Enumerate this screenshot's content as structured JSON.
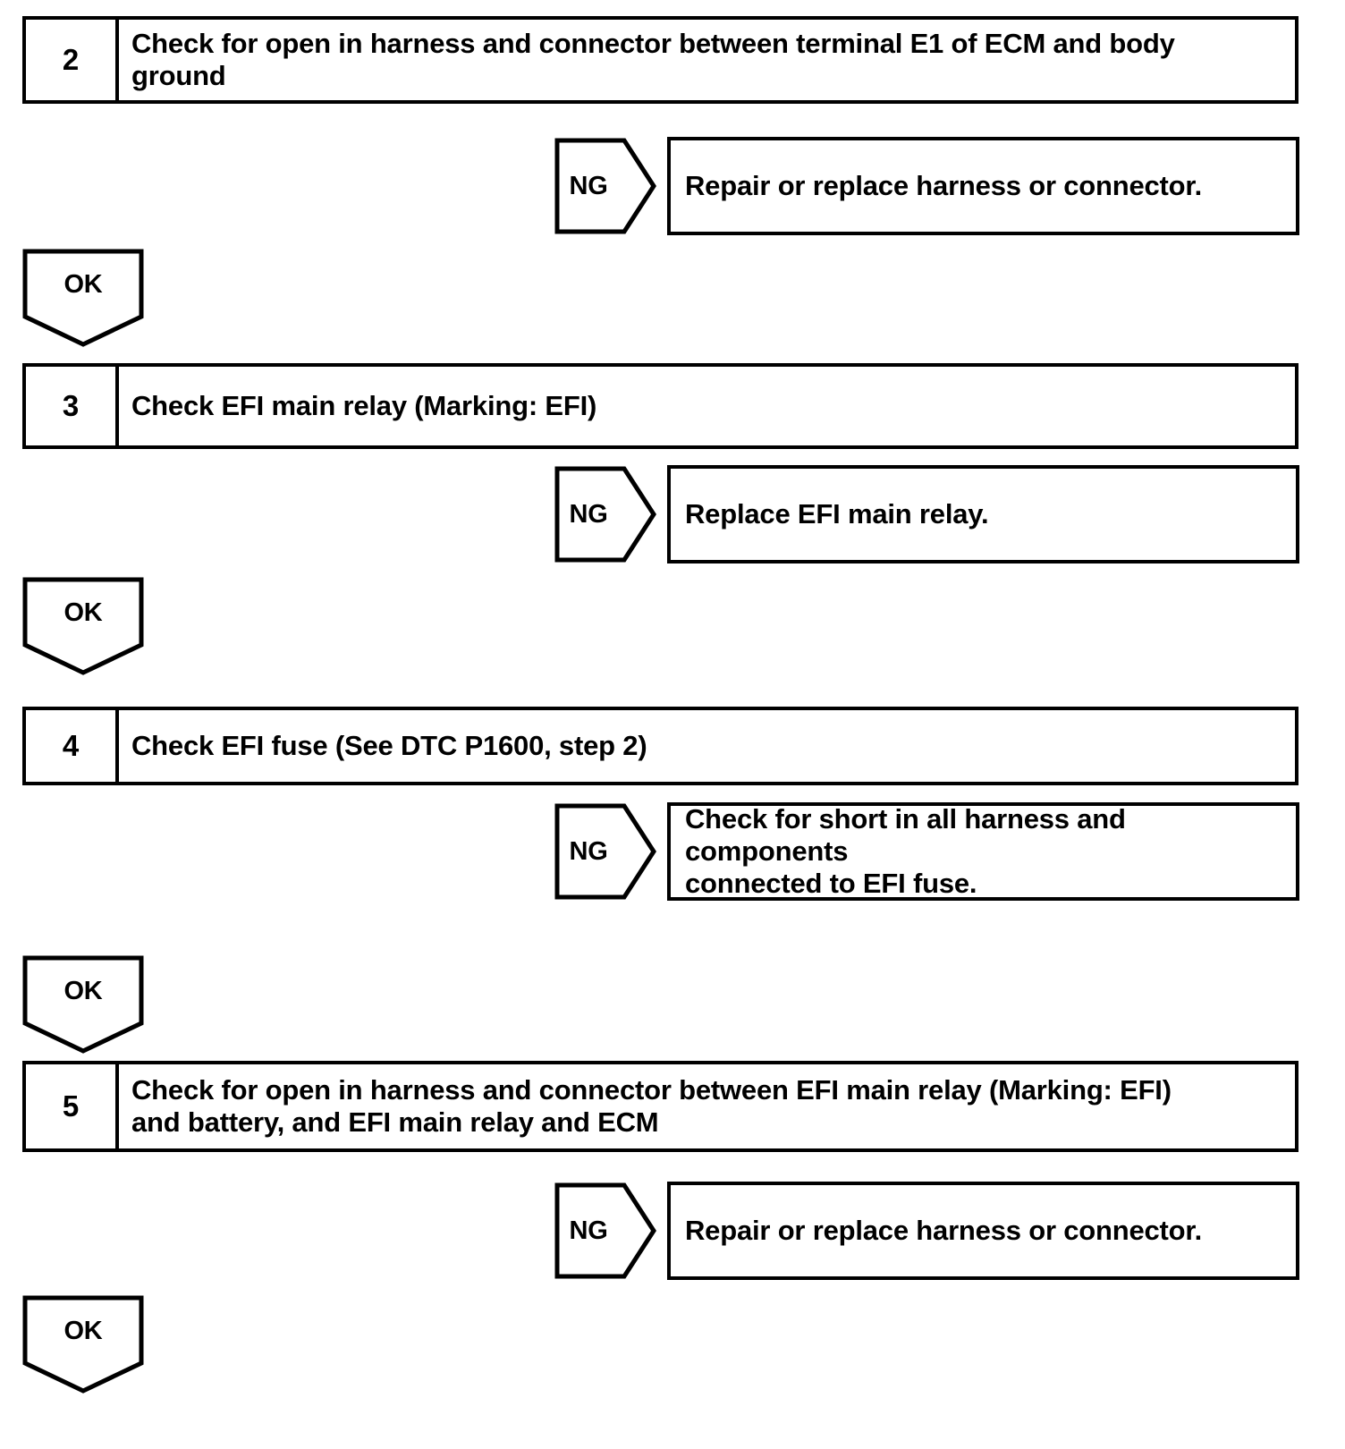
{
  "page": {
    "type": "diagnostic-flowchart",
    "ink_color": "#000000",
    "background_color": "#ffffff"
  },
  "labels": {
    "ng": "NG",
    "ok": "OK"
  },
  "steps": [
    {
      "number": "2",
      "text": "Check for open in harness and connector between terminal E1 of ECM and body\nground",
      "branch": {
        "label": "NG",
        "result": "Repair or replace harness or connector."
      },
      "pass": "OK"
    },
    {
      "number": "3",
      "text": "Check EFI main relay (Marking: EFI)",
      "branch": {
        "label": "NG",
        "result": "Replace EFI main relay."
      },
      "pass": "OK"
    },
    {
      "number": "4",
      "text": "Check EFI fuse (See DTC P1600, step 2)",
      "branch": {
        "label": "NG",
        "result": "Check for short in all harness and components\nconnected to EFI fuse."
      },
      "pass": "OK"
    },
    {
      "number": "5",
      "text": "Check for open in harness and connector between EFI main relay (Marking: EFI)\nand battery, and EFI main relay and ECM",
      "branch": {
        "label": "NG",
        "result": "Repair or replace harness or connector."
      },
      "pass": "OK"
    }
  ]
}
